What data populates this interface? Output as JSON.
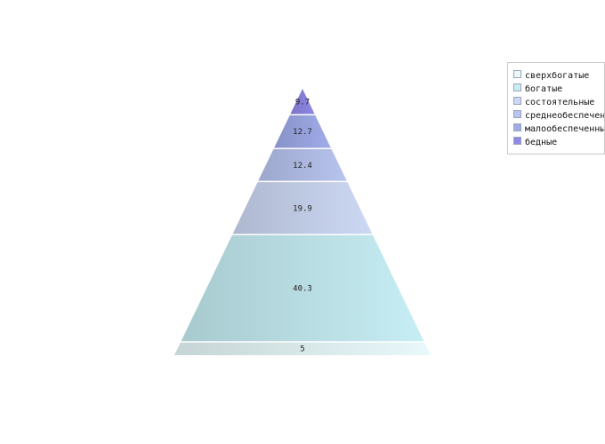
{
  "chart_data": {
    "type": "pyramid",
    "title": "",
    "series": [
      {
        "name": "сверхбогатые",
        "value": 5,
        "label": "5",
        "color": "#e9f9fb"
      },
      {
        "name": "богатые",
        "value": 40.3,
        "label": "40.3",
        "color": "#c6eef4"
      },
      {
        "name": "состоятельные",
        "value": 19.9,
        "label": "19.9",
        "color": "#cdd8f4"
      },
      {
        "name": "среднеобеспеченные",
        "value": 12.4,
        "label": "12.4",
        "color": "#b7c4ef"
      },
      {
        "name": "малообеспеченные",
        "value": 12.7,
        "label": "12.7",
        "color": "#a0acea"
      },
      {
        "name": "бедные",
        "value": 9.7,
        "label": "9.7",
        "color": "#8f88e6"
      }
    ],
    "legend": {
      "position": "right",
      "entries": [
        "сверхбогатые",
        "богатые",
        "состоятельные",
        "среднеобеспеченные",
        "малообеспеченные",
        "бедные"
      ]
    }
  }
}
